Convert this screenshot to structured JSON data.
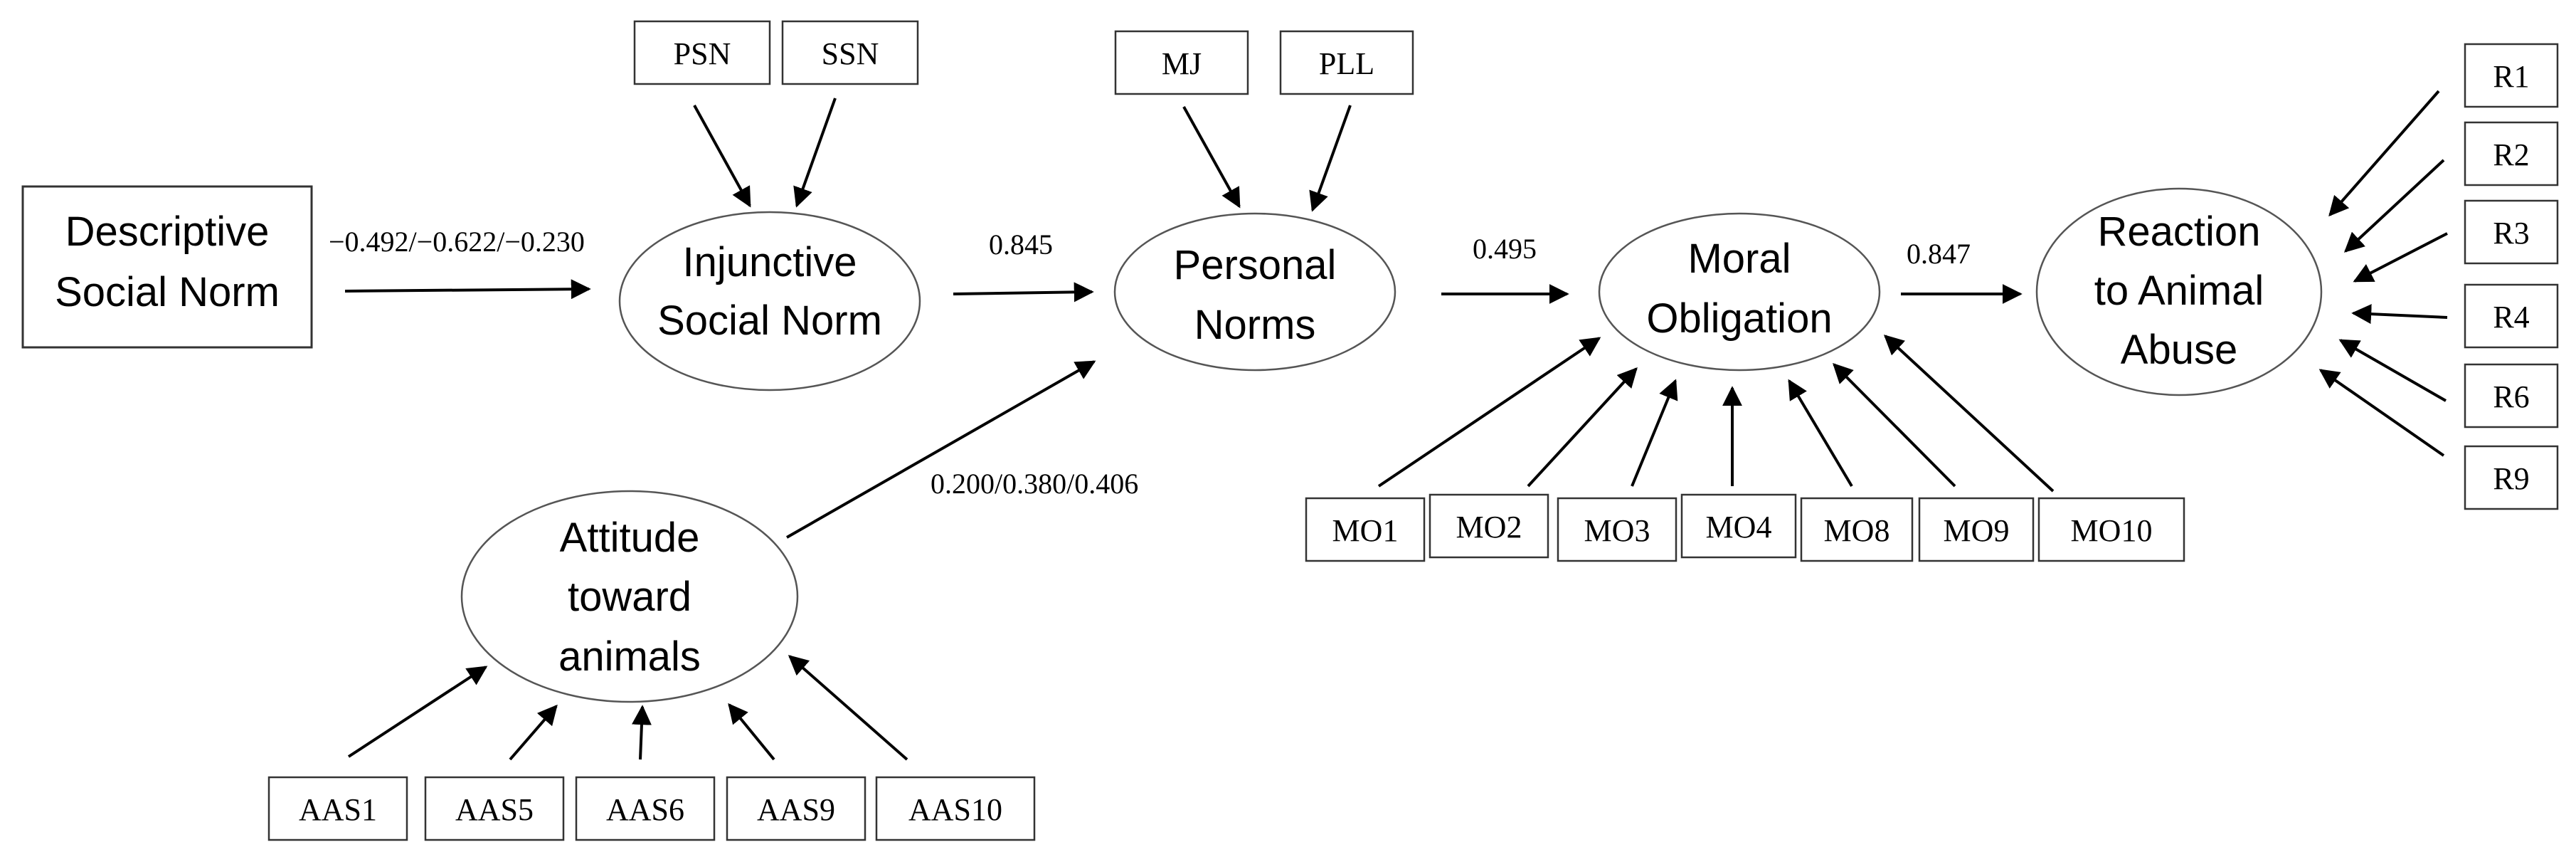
{
  "constructs": {
    "descriptive": {
      "lines": [
        "Descriptive",
        "Social Norm"
      ]
    },
    "injunctive": {
      "lines": [
        "Injunctive",
        "Social Norm"
      ]
    },
    "personal": {
      "lines": [
        "Personal",
        "Norms"
      ]
    },
    "moral": {
      "lines": [
        "Moral",
        "Obligation"
      ]
    },
    "reaction": {
      "lines": [
        "Reaction",
        "to Animal",
        "Abuse"
      ]
    },
    "attitude": {
      "lines": [
        "Attitude",
        "toward",
        "animals"
      ]
    }
  },
  "indicators": {
    "injunctive": [
      "PSN",
      "SSN"
    ],
    "personal": [
      "MJ",
      "PLL"
    ],
    "moral": [
      "MO1",
      "MO2",
      "MO3",
      "MO4",
      "MO8",
      "MO9",
      "MO10"
    ],
    "reaction": [
      "R1",
      "R2",
      "R3",
      "R4",
      "R6",
      "R9"
    ],
    "attitude": [
      "AAS1",
      "AAS5",
      "AAS6",
      "AAS9",
      "AAS10"
    ]
  },
  "paths": {
    "descriptive_to_injunctive": "−0.492/−0.622/−0.230",
    "injunctive_to_personal": "0.845",
    "personal_to_moral": "0.495",
    "moral_to_reaction": "0.847",
    "attitude_to_personal": "0.200/0.380/0.406"
  }
}
